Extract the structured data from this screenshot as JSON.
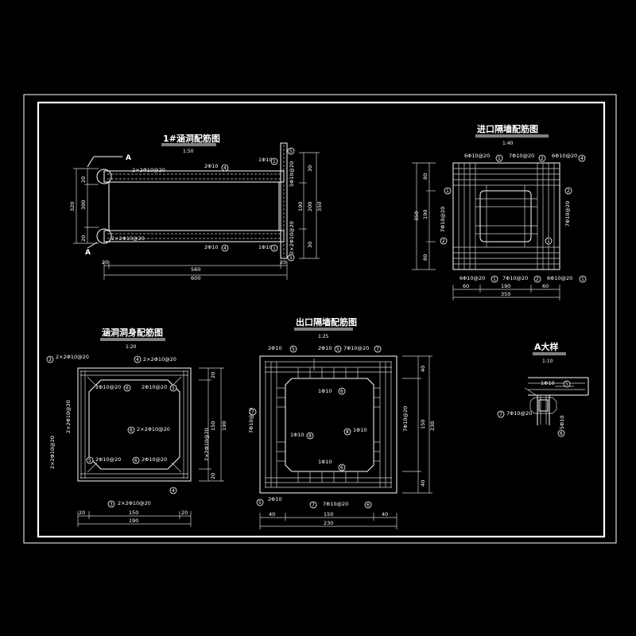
{
  "colors": {
    "background": "#000000",
    "lines": "#ffffff"
  },
  "drawings": {
    "culvert": {
      "title": "1#涵洞配筋图",
      "scale": "1:50",
      "section_mark": "A",
      "labels": [
        "2×2Φ10@20",
        "2Φ10",
        "1Φ10",
        "2×2Φ10@20",
        "2Φ10",
        "1Φ10",
        "5Φ10@20",
        "2×2Φ10@20"
      ],
      "circle_nums": [
        "4",
        "1",
        "5",
        "4",
        "1",
        "5"
      ],
      "dims_h": [
        "20",
        "560",
        "20",
        "600"
      ],
      "dims_v_left": [
        "20",
        "300",
        "20",
        "320"
      ],
      "dims_v_right": [
        "30",
        "200",
        "30",
        "350",
        "190"
      ]
    },
    "inlet": {
      "title": "进口隔墙配筋图",
      "scale": "1:40",
      "labels": [
        "6Φ10@20",
        "7Φ10@20",
        "6Φ10@20",
        "7Φ10@20",
        "7Φ10@20",
        "6Φ10@20",
        "7Φ10@20",
        "6Φ10@20"
      ],
      "circle_nums": [
        "1",
        "2",
        "4",
        "1",
        "2",
        "2",
        "1",
        "1",
        "2",
        "1"
      ],
      "dims_h": [
        "60",
        "190",
        "60",
        "350"
      ],
      "dims_v": [
        "80",
        "190",
        "80",
        "350"
      ]
    },
    "body": {
      "title": "涵洞洞身配筋图",
      "scale": "1:20",
      "labels": [
        "2×2Φ10@20",
        "2×2Φ10@20",
        "2Φ10@20",
        "2Φ10@20",
        "2×2Φ10@20",
        "2×2Φ10@20",
        "2Φ10@20",
        "2Φ10@20",
        "2×2Φ10@20",
        "2×2Φ10@20",
        "2×2Φ10@20"
      ],
      "circle_nums": [
        "3",
        "4",
        "6",
        "5",
        "6",
        "5",
        "6",
        "3",
        "4"
      ],
      "dims_h": [
        "20",
        "150",
        "20",
        "190"
      ],
      "dims_v": [
        "20",
        "150",
        "20",
        "190"
      ]
    },
    "outlet": {
      "title": "出口隔墙配筋图",
      "scale": "1:25",
      "labels": [
        "2Φ10",
        "2Φ10",
        "7Φ10@20",
        "1Φ10",
        "1Φ10",
        "1Φ10",
        "7Φ10@20",
        "1Φ10",
        "7Φ10@20",
        "2Φ10",
        "7Φ10@20"
      ],
      "circle_nums": [
        "5",
        "5",
        "7",
        "6",
        "8",
        "8",
        "7",
        "6",
        "5",
        "7",
        "6"
      ],
      "dims_h": [
        "40",
        "150",
        "40",
        "230"
      ],
      "dims_v": [
        "40",
        "150",
        "40",
        "230"
      ]
    },
    "detail": {
      "title": "A大样",
      "scale": "1:10",
      "labels": [
        "1Φ10",
        "7Φ10@20",
        "5Φ10"
      ],
      "circle_nums": [
        "5",
        "7",
        "6"
      ]
    }
  }
}
